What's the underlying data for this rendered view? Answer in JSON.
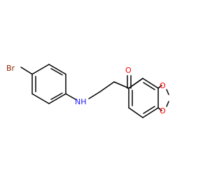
{
  "atoms": {
    "bromine": {
      "label": "Br",
      "color": "#8b2500"
    },
    "nitrogen": {
      "label": "NH",
      "color": "#1a1aff"
    },
    "carbonyl_oxygen": {
      "label": "O",
      "color": "#ff0000"
    },
    "ring_oxygen_top": {
      "label": "O",
      "color": "#ff0000"
    },
    "ring_oxygen_bottom": {
      "label": "O",
      "color": "#ff0000"
    }
  },
  "colors": {
    "bond": "#000000",
    "background": "#ffffff"
  }
}
